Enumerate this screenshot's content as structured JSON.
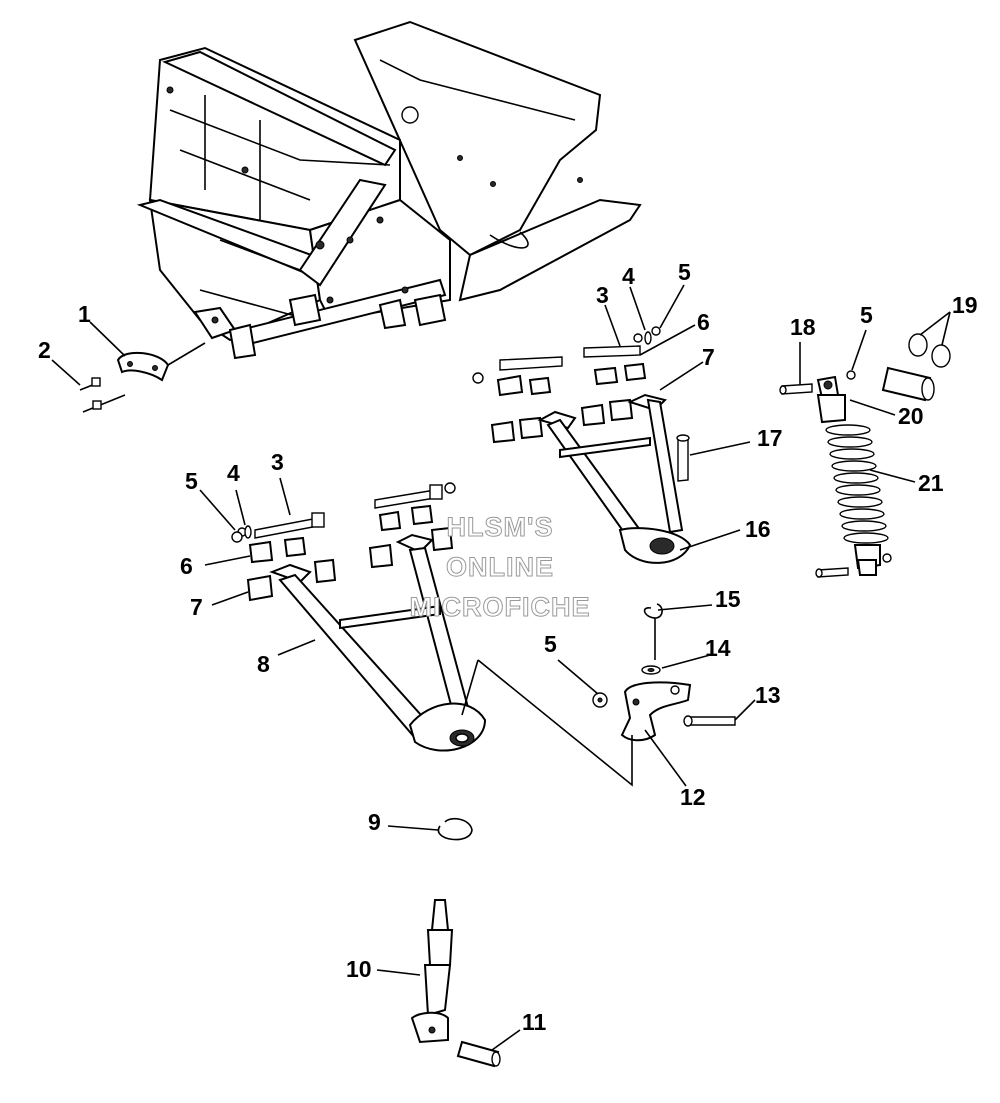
{
  "watermark": {
    "line1": "HLSM'S",
    "line2": "ONLINE",
    "line3": "MICROFICHE"
  },
  "callouts": {
    "c1": "1",
    "c2": "2",
    "c3a": "3",
    "c3b": "3",
    "c4a": "4",
    "c4b": "4",
    "c5a": "5",
    "c5b": "5",
    "c5c": "5",
    "c5d": "5",
    "c6a": "6",
    "c6b": "6",
    "c7a": "7",
    "c7b": "7",
    "c8": "8",
    "c9": "9",
    "c10": "10",
    "c11": "11",
    "c12": "12",
    "c13": "13",
    "c14": "14",
    "c15": "15",
    "c16": "16",
    "c17": "17",
    "c18": "18",
    "c19": "19",
    "c20": "20",
    "c21": "21"
  }
}
